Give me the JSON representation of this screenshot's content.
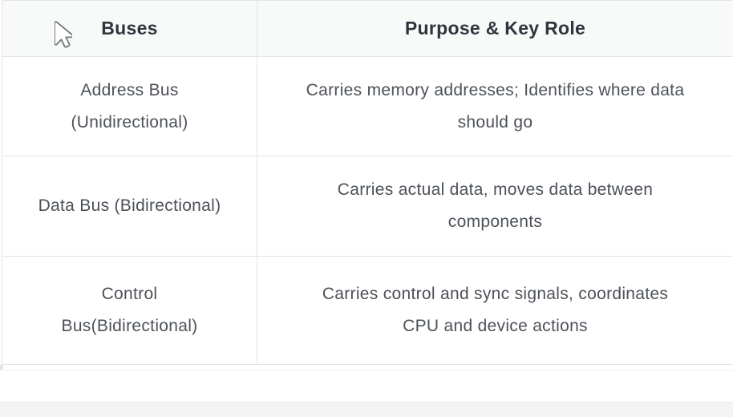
{
  "colors": {
    "header-bg": "#f8f9f9",
    "row-bg": "#ffffff",
    "border": "#e3e5e7",
    "header-text": "#2e353d",
    "body-text": "#4c5158",
    "faint-line": "#f0f1f2",
    "bottom-bar-bg": "#f4f4f5",
    "bottom-bar-border": "#e9e9ea",
    "cursor-fill": "#ffffff",
    "cursor-outline": "#6f767e"
  },
  "cursor": {
    "icon": "mouse-pointer"
  },
  "table": {
    "columns": [
      {
        "label": "Buses"
      },
      {
        "label": "Purpose & Key Role"
      }
    ],
    "rows": [
      {
        "bus": {
          "text": "Address Bus (Unidirectional)",
          "lines": [
            "Address Bus",
            "(Unidirectional)"
          ]
        },
        "purpose": {
          "text": "Carries memory addresses; Identifies where data should go",
          "lines": [
            "Carries memory addresses; Identifies where data",
            "should go"
          ]
        }
      },
      {
        "bus": {
          "text": "Data Bus (Bidirectional)",
          "lines": [
            "Data Bus (Bidirectional)"
          ]
        },
        "purpose": {
          "text": "Carries actual data, moves data between components",
          "lines": [
            "Carries actual data, moves data between",
            "components"
          ]
        }
      },
      {
        "bus": {
          "text": "Control Bus(Bidirectional)",
          "lines": [
            "Control",
            "Bus(Bidirectional)"
          ]
        },
        "purpose": {
          "text": "Carries control and sync signals, coordinates CPU and device actions",
          "lines": [
            "Carries control and sync signals, coordinates",
            "CPU and device actions"
          ]
        }
      }
    ]
  }
}
